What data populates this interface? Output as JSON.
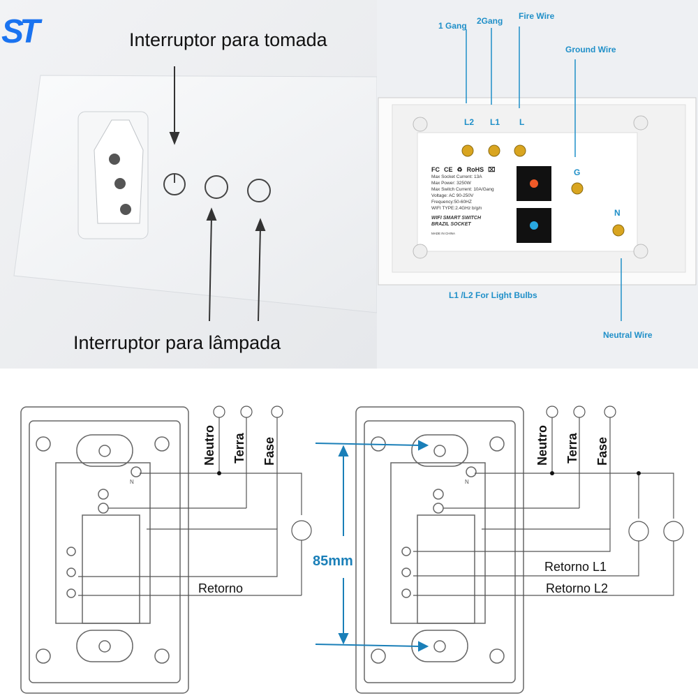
{
  "logo": {
    "text": "ST",
    "color": "#1a73f0"
  },
  "photo_front": {
    "title_top": "Interruptor para tomada",
    "title_bottom": "Interruptor para lâmpada"
  },
  "photo_back": {
    "callouts": [
      "1 Gang",
      "2Gang",
      "Fire Wire",
      "Ground Wire",
      "L1 /L2 For Light Bulbs",
      "Neutral Wire"
    ],
    "terminals": [
      "L2",
      "L1",
      "L",
      "G",
      "N"
    ],
    "label": {
      "certs": [
        "FC",
        "CE",
        "♻",
        "RoHS",
        "⌧"
      ],
      "specs": [
        "Max Socket Current: 13A",
        "Max Power: 3250W",
        "Max Switch Current: 10A/Gang",
        "Voltage: AC 90-250V",
        "Frequency:50-60HZ",
        "WIFI TYPE:2.4GHz b/g/n"
      ],
      "product": [
        "WIFI SMART SWITCH",
        "BRAZIL SOCKET"
      ],
      "origin": "MADE IN CHINA"
    },
    "accent": "#1f8fc8"
  },
  "diagram_left": {
    "wires": [
      "Neutro",
      "Terra",
      "Fase"
    ],
    "retorno": "Retorno",
    "terminal_n": "N"
  },
  "diagram_right": {
    "wires": [
      "Neutro",
      "Terra",
      "Fase"
    ],
    "retorno": [
      "Retorno L1",
      "Retorno L2"
    ],
    "terminal_n": "N"
  },
  "dimension": {
    "label": "85mm",
    "color": "#1a7fb8"
  }
}
